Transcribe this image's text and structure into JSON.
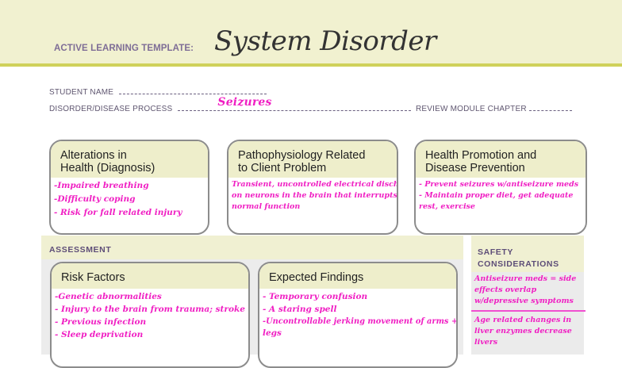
{
  "header": {
    "template_label": "ACTIVE LEARNING TEMPLATE:",
    "title": "System Disorder"
  },
  "fields": {
    "student_name_label": "STUDENT NAME",
    "student_name_value": "",
    "disorder_label": "DISORDER/DISEASE PROCESS",
    "disorder_value": "Seizures",
    "review_module_label": "REVIEW MODULE CHAPTER",
    "review_module_value": ""
  },
  "boxes": {
    "alterations": {
      "title_line1": "Alterations in",
      "title_line2": "Health (Diagnosis)",
      "lines": [
        "-Impaired breathing",
        "-Difficulty coping",
        "- Risk for fall related injury"
      ]
    },
    "pathophysiology": {
      "title_line1": "Pathophysiology Related",
      "title_line2": "to Client Problem",
      "lines": [
        "Transient, uncontrolled electrical discharge",
        "on neurons in the brain that interrupts",
        "normal function"
      ]
    },
    "health_promotion": {
      "title_line1": "Health Promotion and",
      "title_line2": "Disease Prevention",
      "lines": [
        "- Prevent seizures w/antiseizure meds",
        "- Maintain proper diet, get adequate",
        "rest, exercise"
      ]
    }
  },
  "assessment": {
    "section_label": "ASSESSMENT",
    "risk_factors": {
      "title": "Risk Factors",
      "lines": [
        "-Genetic abnormalities",
        "- Injury to the brain from trauma; stroke",
        "- Previous infection",
        "- Sleep deprivation"
      ]
    },
    "expected_findings": {
      "title": "Expected Findings",
      "lines": [
        "- Temporary confusion",
        "- A staring spell",
        "-Uncontrollable jerking movement of arms +",
        "legs"
      ]
    }
  },
  "safety": {
    "title_line1": "SAFETY",
    "title_line2": "CONSIDERATIONS",
    "notes": [
      "Antiseizure meds = side effects overlap w/depressive symptoms",
      "Age related changes in liver enzymes decrease livers"
    ]
  }
}
